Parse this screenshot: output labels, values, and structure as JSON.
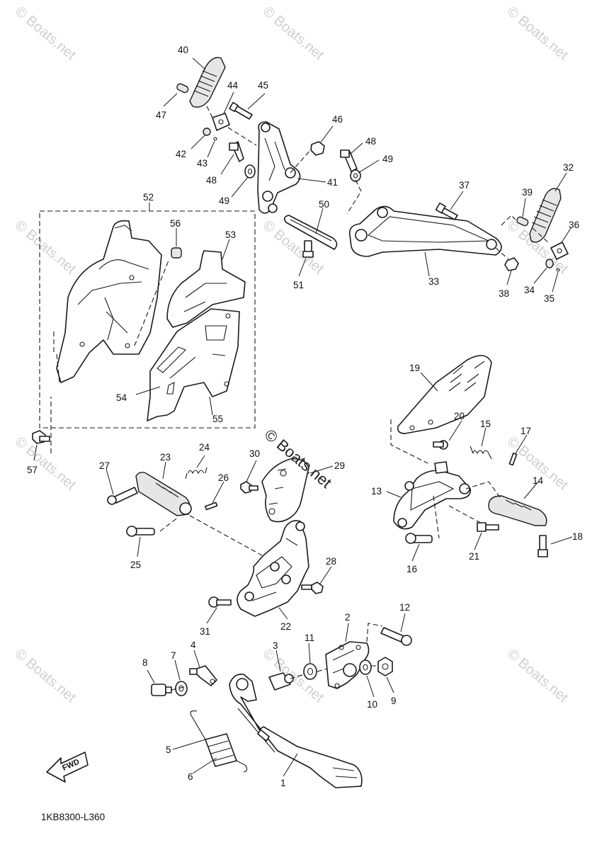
{
  "watermark": "© Boats.net",
  "center_watermark": "© Boats.net",
  "diagram_code": "1KB8300-L360",
  "fwd_label": "FWD",
  "part_numbers": {
    "p1": "1",
    "p2": "2",
    "p3": "3",
    "p4": "4",
    "p5": "5",
    "p6": "6",
    "p7": "7",
    "p8": "8",
    "p9": "9",
    "p10": "10",
    "p11": "11",
    "p12": "12",
    "p13": "13",
    "p14": "14",
    "p15": "15",
    "p16": "16",
    "p17": "17",
    "p18": "18",
    "p19": "19",
    "p20": "20",
    "p21": "21",
    "p22": "22",
    "p23": "23",
    "p24": "24",
    "p25": "25",
    "p26": "26",
    "p27": "27",
    "p28": "28",
    "p29": "29",
    "p30": "30",
    "p31": "31",
    "p32": "32",
    "p33": "33",
    "p34": "34",
    "p35": "35",
    "p36": "36",
    "p37": "37",
    "p38": "38",
    "p39": "39",
    "p40": "40",
    "p41": "41",
    "p42": "42",
    "p43": "43",
    "p44": "44",
    "p45": "45",
    "p46": "46",
    "p47": "47",
    "p48a": "48",
    "p48b": "48",
    "p49a": "49",
    "p49b": "49",
    "p50": "50",
    "p51": "51",
    "p52": "52",
    "p53": "53",
    "p54": "54",
    "p55": "55",
    "p56": "56",
    "p57": "57"
  }
}
